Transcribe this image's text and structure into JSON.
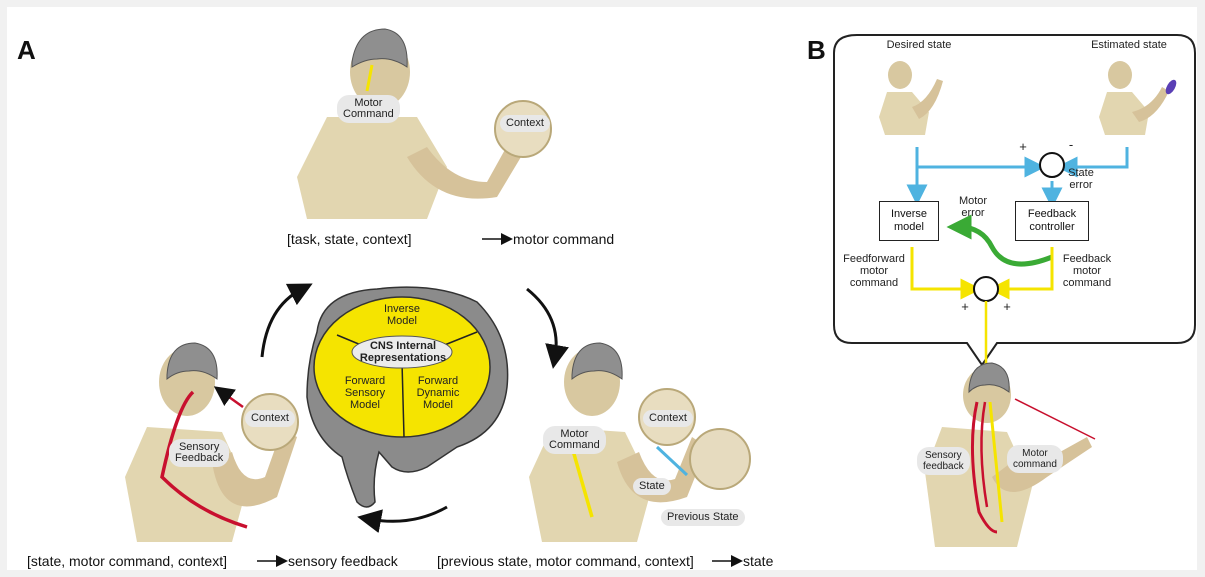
{
  "panel_a": {
    "letter": "A",
    "top": {
      "motor_command": "Motor\nCommand",
      "context": "Context",
      "formula_left": "[task, state, context]",
      "formula_right": "motor command"
    },
    "left": {
      "sensory_feedback": "Sensory\nFeedback",
      "context": "Context",
      "formula_left": "[state, motor command, context]",
      "formula_right": "sensory feedback"
    },
    "right": {
      "motor_command": "Motor\nCommand",
      "context": "Context",
      "state": "State",
      "previous_state": "Previous State",
      "formula_left": "[previous state, motor command, context]",
      "formula_right": "state"
    },
    "brain": {
      "inverse_model": "Inverse\nModel",
      "cns": "CNS Internal\nRepresentations",
      "forward_sensory": "Forward\nSensory\nModel",
      "forward_dynamic": "Forward\nDynamic\nModel"
    }
  },
  "panel_b": {
    "letter": "B",
    "desired_state": "Desired state",
    "estimated_state": "Estimated state",
    "inverse_model_block": "Inverse\nmodel",
    "feedback_controller_block": "Feedback\ncontroller",
    "motor_error": "Motor\nerror",
    "state_error": "State\nerror",
    "feedforward_motor_command": "Feedforward\nmotor\ncommand",
    "feedback_motor_command": "Feedback\nmotor\ncommand",
    "plus": "+",
    "minus": "-",
    "sensory_feedback": "Sensory\nfeedback",
    "motor_command": "Motor\ncommand"
  },
  "colors": {
    "yellow": "#f5e400",
    "red": "#c8102e",
    "blue": "#4fb3e0",
    "green": "#3aaa35",
    "skin": "#d8c8a0",
    "brain_gray": "#888888"
  }
}
